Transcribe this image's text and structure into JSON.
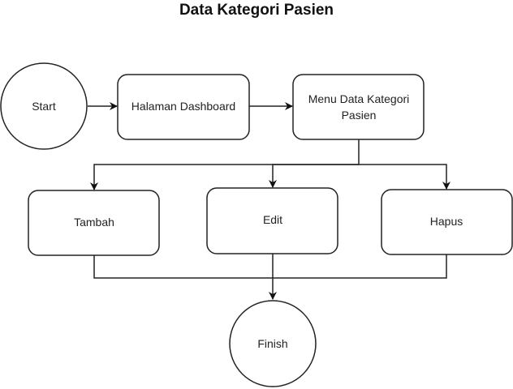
{
  "diagram": {
    "title": "Data Kategori Pasien",
    "nodes": {
      "start": {
        "label": "Start",
        "shape": "circle"
      },
      "dashboard": {
        "label": "Halaman Dashboard",
        "shape": "rounded-rect"
      },
      "menu": {
        "label_line1": "Menu Data Kategori",
        "label_line2": "Pasien",
        "shape": "rounded-rect"
      },
      "tambah": {
        "label": "Tambah",
        "shape": "rounded-rect"
      },
      "edit": {
        "label": "Edit",
        "shape": "rounded-rect"
      },
      "hapus": {
        "label": "Hapus",
        "shape": "rounded-rect"
      },
      "finish": {
        "label": "Finish",
        "shape": "circle"
      }
    },
    "edges": [
      {
        "from": "start",
        "to": "dashboard"
      },
      {
        "from": "dashboard",
        "to": "menu"
      },
      {
        "from": "menu",
        "to": "tambah"
      },
      {
        "from": "menu",
        "to": "edit"
      },
      {
        "from": "menu",
        "to": "hapus"
      },
      {
        "from": "tambah",
        "to": "finish"
      },
      {
        "from": "edit",
        "to": "finish"
      },
      {
        "from": "hapus",
        "to": "finish"
      }
    ],
    "stroke_color": "#222222"
  }
}
